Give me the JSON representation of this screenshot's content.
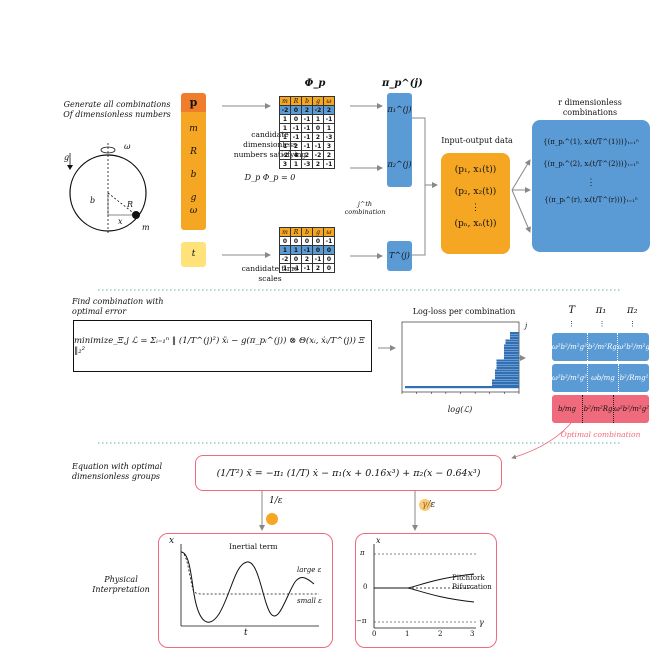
{
  "sections": {
    "generate": "Generate all combinations Of dimensionless numbers",
    "find": "Find combination with optimal error",
    "equation": "Equation with optimal dimensionless groups",
    "physical": "Physical Interpretation"
  },
  "pendulum": {
    "g": "g",
    "omega": "ω",
    "b": "b",
    "R": "R",
    "x": "x",
    "m": "m"
  },
  "params": {
    "p": "p",
    "items": [
      "m",
      "R",
      "b",
      "g",
      "ω"
    ],
    "t": "t"
  },
  "labels": {
    "candidate_dimless": "candidate dimensionless numbers satisfying",
    "condition": "D_p Φ_p = 0",
    "candidate_time": "candidate time scales",
    "phi_p": "Φ_p",
    "pi_p": "π_p^(j)",
    "jth": "j^th combination",
    "input_output": "Input-output data",
    "r_dimless": "r dimensionless combinations",
    "log_loss_title": "Log-loss per combination",
    "log_axis": "log(ℒ)",
    "j": "j",
    "optimal": "Optimal combination",
    "inertial": "Inertial term",
    "large_eps": "large ε",
    "small_eps": "small ε",
    "pitchfork": "Pitchfork Bifurcation",
    "one_over_eps": "1/ε",
    "gamma_over_eps": "γ/ε"
  },
  "matrix_top": {
    "header": [
      "m",
      "R",
      "b",
      "g",
      "ω"
    ],
    "rows": [
      [
        "-2",
        "0",
        "2",
        "-2",
        "2"
      ],
      [
        "1",
        "0",
        "-1",
        "1",
        "-1"
      ],
      [
        "1",
        "-1",
        "-1",
        "0",
        "1"
      ],
      [
        "1",
        "-1",
        "-1",
        "2",
        "-3"
      ],
      [
        "1",
        "2",
        "-1",
        "-1",
        "3"
      ],
      [
        "-2",
        "4",
        "2",
        "-2",
        "2"
      ],
      [
        "3",
        "1",
        "-3",
        "2",
        "-1"
      ]
    ]
  },
  "matrix_bottom": {
    "header": [
      "m",
      "R",
      "b",
      "g",
      "ω"
    ],
    "rows": [
      [
        "0",
        "0",
        "0",
        "0",
        "-1"
      ],
      [
        "1",
        "1",
        "-1",
        "0",
        "0"
      ],
      [
        "-2",
        "0",
        "2",
        "-1",
        "0"
      ],
      [
        "1",
        "-1",
        "-1",
        "2",
        "0"
      ]
    ]
  },
  "pi_box": {
    "p1": "π₁^(j)",
    "p2": "π₂^(j)",
    "T": "T^(j)"
  },
  "data_box": {
    "rows": [
      "(p₁, x₁(t))",
      "(p₂, x₂(t))",
      "⋮",
      "(pₙ, xₙ(t))"
    ]
  },
  "r_box": {
    "rows": [
      "{(π_pᵢ^(1), xᵢ(t/T^(1)))}ᵢ₌₁ⁿ",
      "{(π_pᵢ^(2), xᵢ(t/T^(2)))}ᵢ₌₁ⁿ",
      "⋮",
      "{(π_pᵢ^(r), xᵢ(t/T^(r)))}ᵢ₌₁ⁿ"
    ]
  },
  "minimize": {
    "text": "minimize_Ξ,j   ℒ = Σᵢ₌₁ⁿ ‖ (1/T^(j)²) ẍᵢ − g(π_pᵢ^(j)) ⊗ Θ(xᵢ, ẋᵢ/T^(j)) Ξ ‖₂²"
  },
  "table": {
    "headers": [
      "T",
      "π₁",
      "π₂"
    ],
    "rows": [
      [
        "ω²b²/m²g²",
        "b²/m²Rg",
        "ω²b²/m²g²"
      ],
      [
        "ω²b²/m²g²",
        "ωb/mg",
        "b²/Rmg²"
      ],
      [
        "b/mg",
        "b²/m²Rg",
        "ω²b²/m²g²"
      ]
    ]
  },
  "equation": {
    "text": "(1/T²) ẍ = −π₁ (1/T) ẋ − π₁(x + 0.16x³) + π₂(x − 0.64x³)"
  },
  "plot1": {
    "y": "x",
    "x": "t"
  },
  "plot2": {
    "y": "x",
    "x": "γ",
    "yticks": [
      "π",
      "0",
      "−π"
    ],
    "xticks": [
      "0",
      "1",
      "2",
      "3"
    ]
  },
  "chart_data": {
    "type": "bar",
    "title": "Log-loss per combination",
    "xlabel": "log(ℒ)",
    "ylabel": "j",
    "orientation": "horizontal",
    "note": "",
    "values": [
      -0.6,
      -0.6,
      -0.6,
      -0.9,
      -0.9,
      -1.0,
      -1.0,
      -1.0,
      -1.0,
      -1.0,
      -1.0,
      -1.5,
      -1.5,
      -1.5,
      -1.5,
      -1.6,
      -1.6,
      -1.6,
      -1.6,
      -1.8,
      -1.8,
      -1.8,
      -7.6
    ],
    "xlim": [
      -7.8,
      0
    ]
  },
  "colors": {
    "orange": "#f5a623",
    "orange_dark": "#f07d2c",
    "yellow": "#ffe37a",
    "blue": "#5b9bd5",
    "pink": "#f06a7d",
    "gray": "#888888",
    "green_dotted": "#5fb3a3"
  }
}
